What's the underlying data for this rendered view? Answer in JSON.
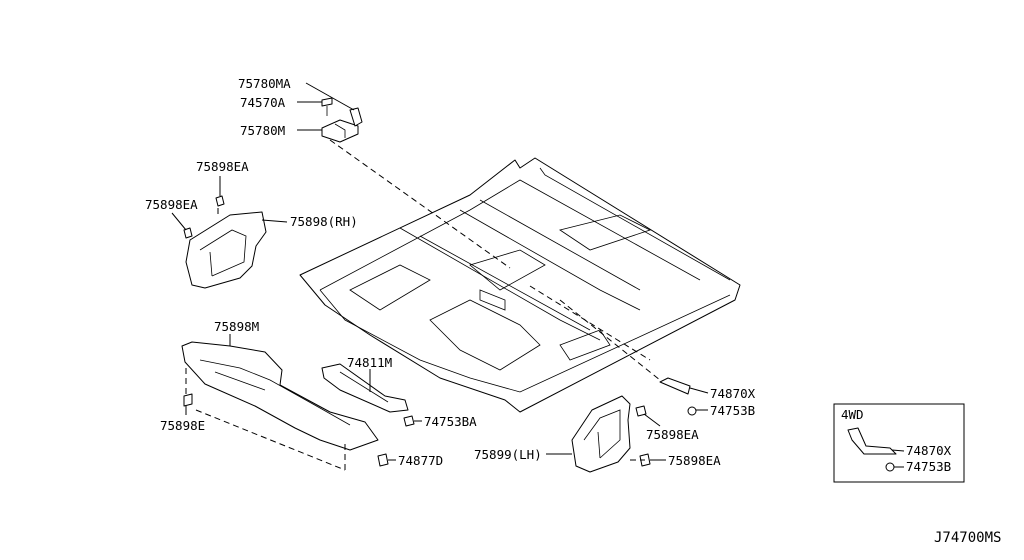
{
  "labels": {
    "p75780MA": "75780MA",
    "p74570A": "74570A",
    "p75780M": "75780M",
    "p75898EA_top": "75898EA",
    "p75898EA_left": "75898EA",
    "p75898RH": "75898(RH)",
    "p75898M": "75898M",
    "p74811M": "74811M",
    "p75898E": "75898E",
    "p74753BA": "74753BA",
    "p74877D": "74877D",
    "p74870X": "74870X",
    "p74753B": "74753B",
    "p75899LH": "75899(LH)",
    "p75898EA_mid": "75898EA",
    "p75898EA_bot": "75898EA"
  },
  "inset": {
    "title": "4WD",
    "p74870X": "74870X",
    "p74753B": "74753B"
  },
  "diagram_id": "J74700MS"
}
